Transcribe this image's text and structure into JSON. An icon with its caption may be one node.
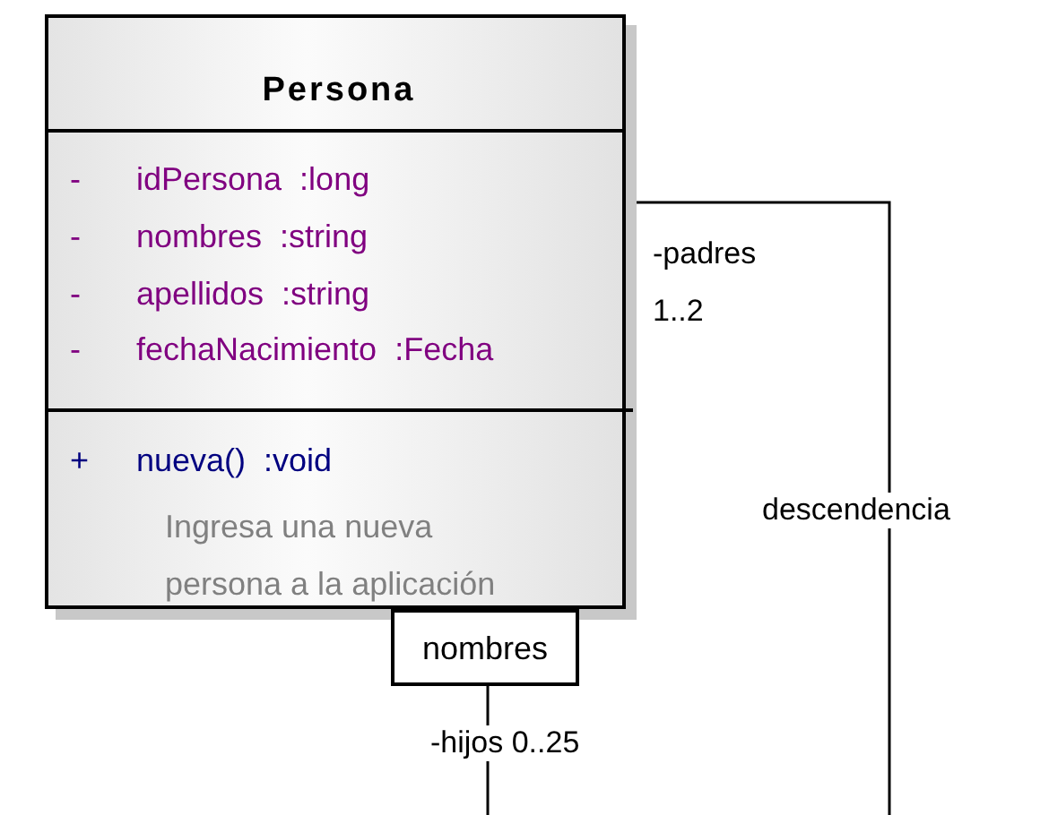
{
  "diagram": {
    "nodes": [
      {
        "text": [
          "Persona",
          "-",
          "idPersona  :long",
          "-",
          "nombres  :string",
          "-",
          "apellidos  :string",
          "-",
          "fechaNacimiento  :Fecha",
          "+",
          "nueva()  :void",
          "Ingresa una nueva persona a la aplicación"
        ]
      },
      {
        "text": [
          "nombres"
        ]
      }
    ],
    "edges": [
      {
        "from": 0,
        "to": null,
        "arrow": "none",
        "label": "descendencia"
      },
      {
        "from": 1,
        "to": null,
        "arrow": "none"
      }
    ],
    "labels": [
      "-padres",
      "1..2",
      "-hijos 0..25"
    ]
  }
}
